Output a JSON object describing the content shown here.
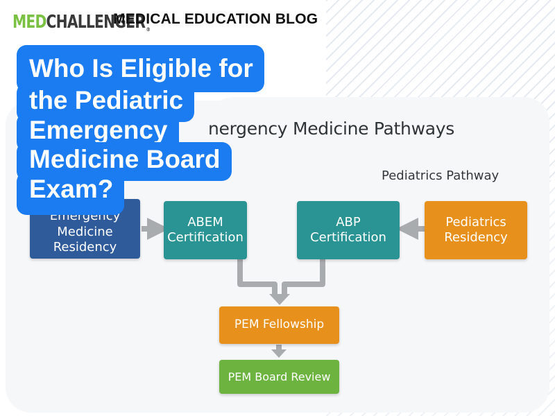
{
  "header": {
    "logo_med": "MED",
    "logo_challenger": "CHALLENGER",
    "logo_tm": "®",
    "blog_label": "MEDICAL EDUCATION BLOG"
  },
  "headline": {
    "lines": [
      "Who Is Eligible for",
      "the Pediatric",
      "Emergency",
      "Medicine Board",
      "Exam?"
    ]
  },
  "diagram": {
    "title": "nergency Medicine Pathways",
    "pediatrics_pathway_label": "Pediatrics Pathway",
    "nodes": {
      "em_residency": "Emergency Medicine Residency",
      "abem_certification": "ABEM Certification",
      "abp_certification": "ABP Certification",
      "pediatrics_residency": "Pediatrics Residency",
      "pem_fellowship": "PEM Fellowship",
      "pem_board_review": "PEM Board Review"
    },
    "colors": {
      "blue": "#2f5b9b",
      "teal": "#2a9394",
      "orange": "#e8901c",
      "green": "#6cb33f",
      "arrow": "#a9acaf",
      "headline": "#1b7cf2",
      "logo_green": "#7ac143"
    }
  }
}
